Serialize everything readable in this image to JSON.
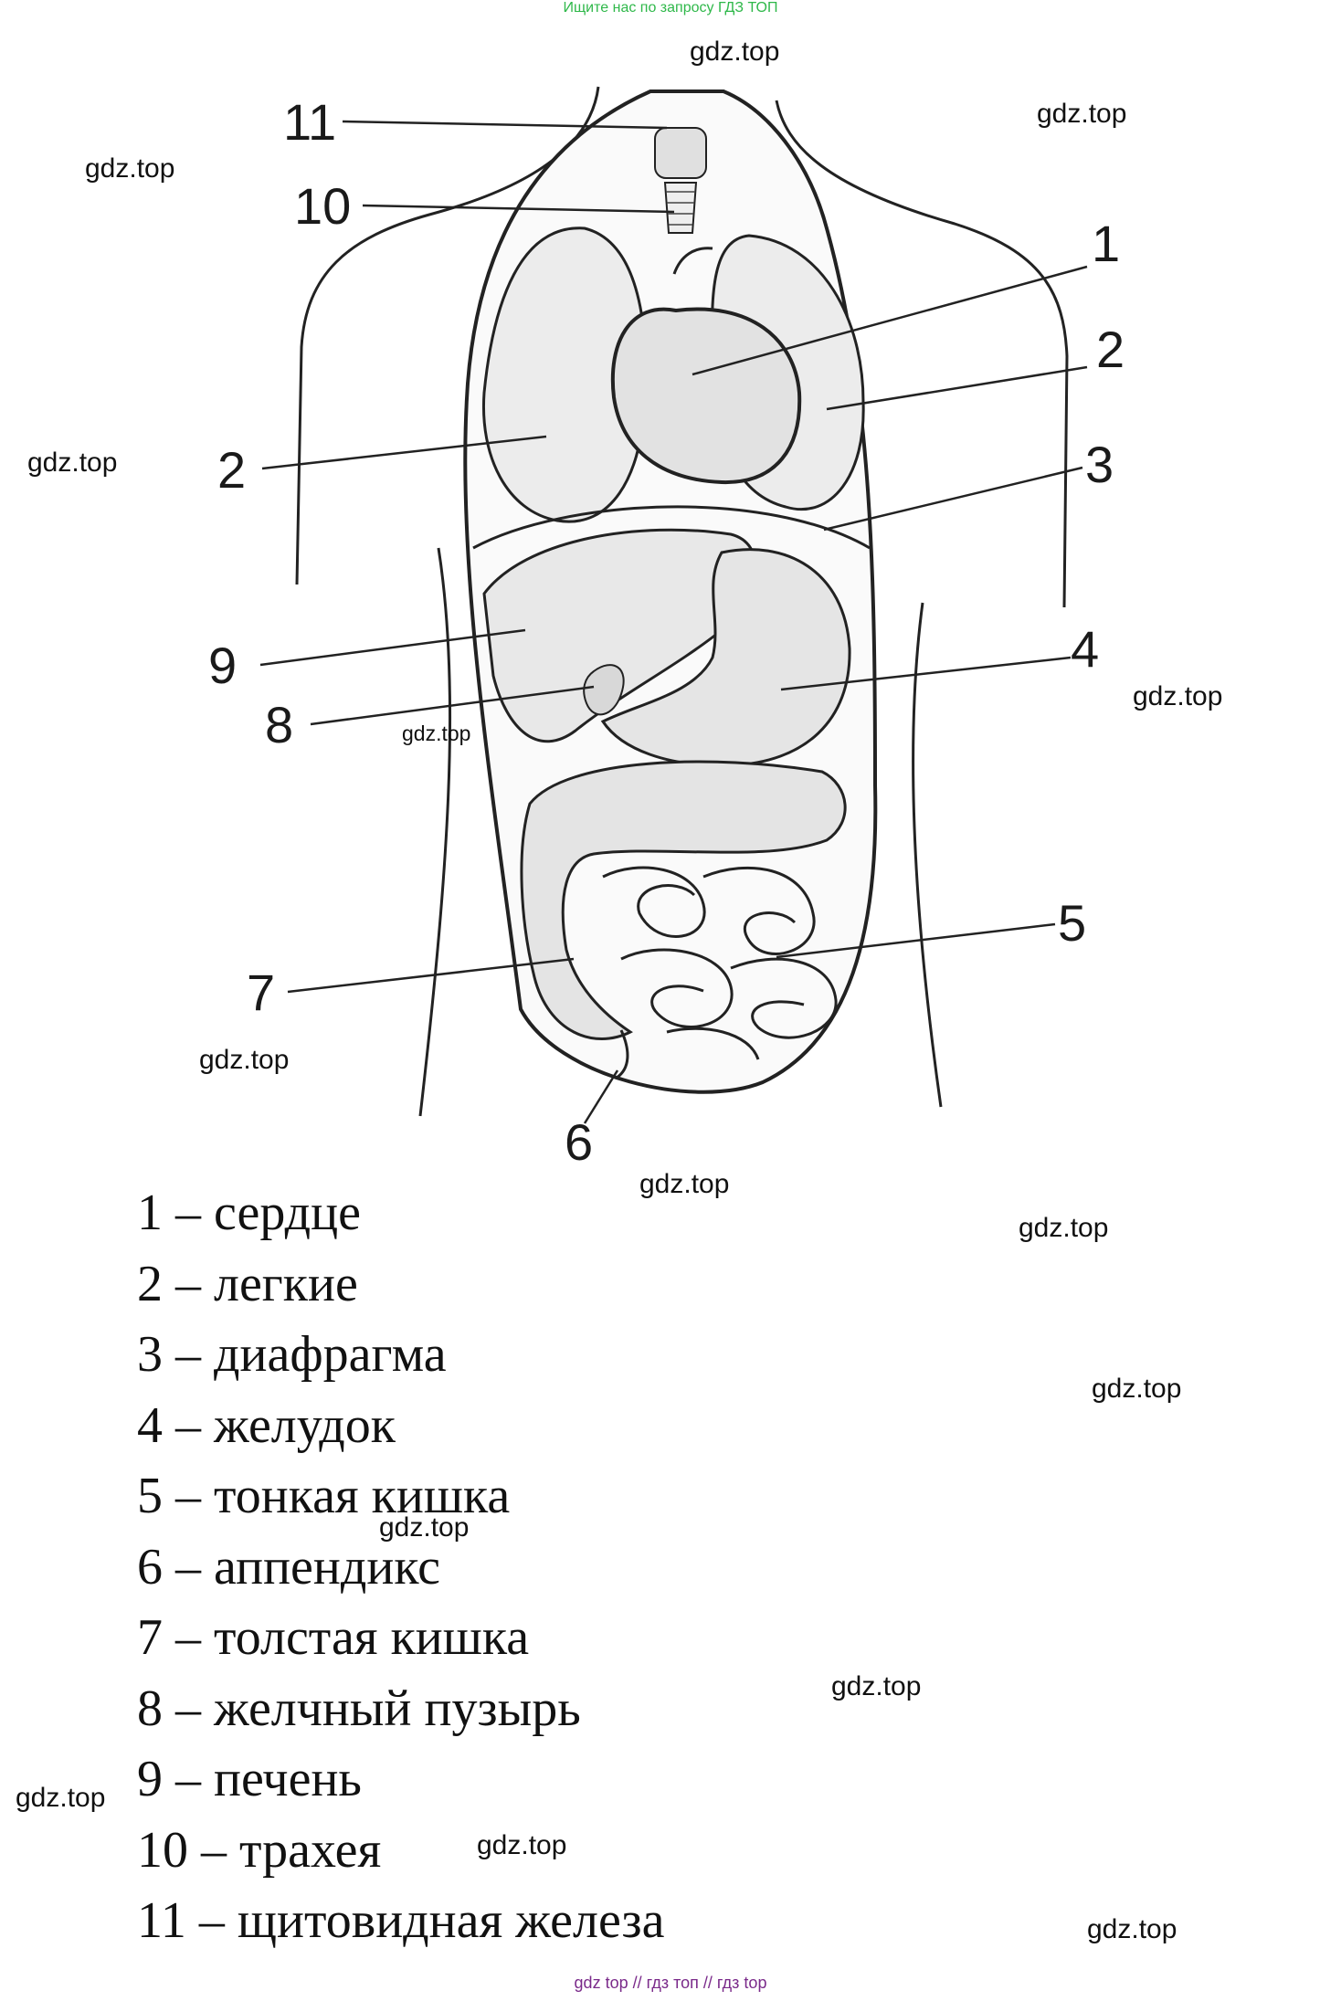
{
  "banner": "Ищите нас по запросу ГДЗ ТОП",
  "watermark_text": "gdz.top",
  "callouts": [
    "11",
    "10",
    "1",
    "2",
    "2",
    "3",
    "9",
    "4",
    "8",
    "5",
    "7",
    "6"
  ],
  "legend": [
    {
      "num": "1",
      "sep": "–",
      "name": "сердце"
    },
    {
      "num": "2",
      "sep": "–",
      "name": "легкие"
    },
    {
      "num": "3",
      "sep": "–",
      "name": "диафрагма"
    },
    {
      "num": "4",
      "sep": "–",
      "name": "желудок"
    },
    {
      "num": "5",
      "sep": "–",
      "name": "тонкая кишка"
    },
    {
      "num": "6",
      "sep": "–",
      "name": "аппендикс"
    },
    {
      "num": "7",
      "sep": "–",
      "name": "толстая кишка"
    },
    {
      "num": "8",
      "sep": "–",
      "name": "желчный пузырь"
    },
    {
      "num": "9",
      "sep": "–",
      "name": "печень"
    },
    {
      "num": "10",
      "sep": "–",
      "name": "трахея"
    },
    {
      "num": "11",
      "sep": "–",
      "name": "щитовидная железа"
    }
  ],
  "footer": "gdz top  //  гдз топ  //  гдз top"
}
